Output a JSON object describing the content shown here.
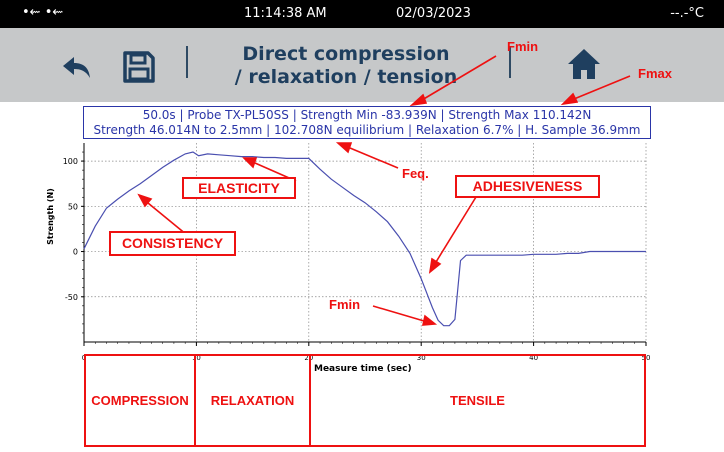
{
  "status": {
    "usb_icons": "•⇜ •⇜",
    "time": "11:14:38 AM",
    "date": "02/03/2023",
    "temperature": "--.-°C"
  },
  "toolbar": {
    "title_line1": "Direct compression",
    "title_line2": "/ relaxation / tension",
    "back_icon": "back-arrow-icon",
    "save_icon": "floppy-disk-icon",
    "home_icon": "home-icon"
  },
  "info": {
    "line1": "50.0s | Probe TX-PL50SS | Strength Min -83.939N | Strength Max 110.142N",
    "line2": "Strength 46.014N to 2.5mm | 102.708N equilibrium | Relaxation 6.7% | H. Sample 36.9mm"
  },
  "annotations": {
    "fmin_top": "Fmin",
    "fmax": "Fmax",
    "feq": "Feq.",
    "elasticity": "ELASTICITY",
    "consistency": "CONSISTENCY",
    "adhesiveness": "ADHESIVENESS",
    "fmin_bottom": "Fmin"
  },
  "phases": {
    "compression": "COMPRESSION",
    "relaxation": "RELAXATION",
    "tensile": "TENSILE"
  },
  "colors": {
    "curve": "#4a4fb0",
    "annotation": "#ee1111",
    "toolbar_bg": "#c6c8c9",
    "title": "#1f3f5f"
  },
  "chart_data": {
    "type": "line",
    "xlabel": "Measure time (sec)",
    "ylabel": "Strength (N)",
    "xlim": [
      0,
      50
    ],
    "ylim": [
      -100,
      120
    ],
    "xticks": [
      0,
      10,
      20,
      30,
      40,
      50
    ],
    "yticks": [
      100,
      50,
      0,
      -50
    ],
    "xticklabels": [
      "0",
      "10",
      "20",
      "30",
      "40",
      "50"
    ],
    "yticklabels": [
      "100",
      "50",
      "0",
      "-50"
    ],
    "grid": true,
    "series": [
      {
        "x": [
          0,
          1,
          2,
          3,
          4,
          5,
          6,
          7,
          8,
          9,
          9.7,
          10.2,
          11,
          12,
          13,
          14,
          15,
          16,
          17,
          18,
          19,
          20,
          21,
          22,
          23,
          24,
          25,
          26,
          27,
          28,
          29,
          30,
          31,
          31.5,
          32,
          32.5,
          33,
          33.5,
          34,
          35,
          36,
          37,
          38,
          39,
          40,
          41,
          42,
          43,
          44,
          45,
          46,
          47,
          48,
          49,
          50
        ],
        "y": [
          3,
          28,
          48,
          58,
          67,
          75,
          84,
          93,
          101,
          108,
          110,
          106,
          108,
          107,
          106,
          105,
          105,
          104,
          104,
          103,
          103,
          103,
          91,
          80,
          71,
          62,
          54,
          44,
          33,
          17,
          -2,
          -30,
          -62,
          -76,
          -82,
          -82,
          -75,
          -10,
          -4,
          -4,
          -4,
          -4,
          -4,
          -4,
          -3,
          -3,
          -3,
          -2,
          -2,
          0,
          0,
          0,
          0,
          0,
          0
        ]
      }
    ]
  }
}
